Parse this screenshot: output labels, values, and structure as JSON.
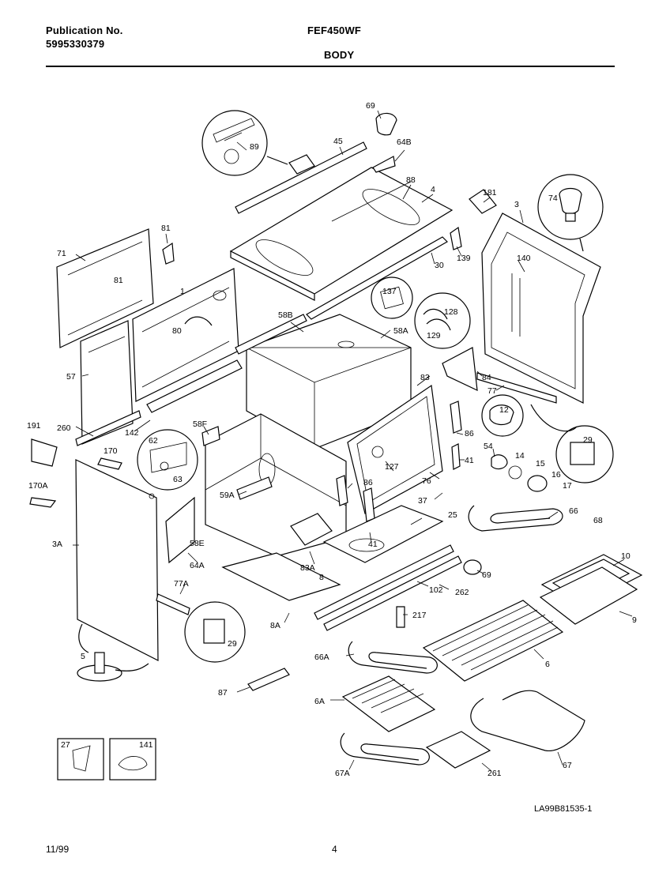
{
  "header": {
    "publication_label": "Publication No.",
    "publication_number": "5995330379",
    "model": "FEF450WF",
    "section": "BODY"
  },
  "diagram": {
    "drawing_id": "LA99B81535-1",
    "callouts": [
      "69",
      "89",
      "45",
      "64B",
      "88",
      "4",
      "181",
      "3",
      "74",
      "81",
      "71",
      "1",
      "81",
      "30",
      "139",
      "140",
      "137",
      "128",
      "129",
      "58B",
      "58A",
      "80",
      "57",
      "83",
      "84",
      "77",
      "12",
      "191",
      "260",
      "142",
      "58F",
      "62",
      "63",
      "170",
      "170A",
      "86",
      "41",
      "54",
      "14",
      "15",
      "16",
      "17",
      "29",
      "127",
      "76",
      "59A",
      "86",
      "37",
      "66",
      "68",
      "25",
      "3A",
      "64A",
      "58E",
      "83A",
      "8",
      "41",
      "10",
      "9",
      "69",
      "102",
      "262",
      "77A",
      "8A",
      "217",
      "5",
      "29",
      "66A",
      "6",
      "87",
      "6A",
      "27",
      "141",
      "67A",
      "261",
      "67"
    ]
  },
  "footer": {
    "date": "11/99",
    "page": "4"
  }
}
